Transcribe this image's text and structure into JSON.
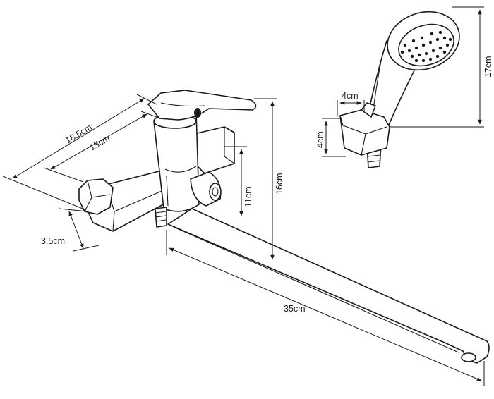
{
  "dimensions": {
    "reach_outer": "18.5cm",
    "reach_inner": "15cm",
    "inlet_height": "3.5cm",
    "body_height": "11cm",
    "total_height": "16cm",
    "spout_length": "35cm",
    "holder_width": "4cm",
    "holder_height": "4cm",
    "shower_head_height": "17cm"
  }
}
